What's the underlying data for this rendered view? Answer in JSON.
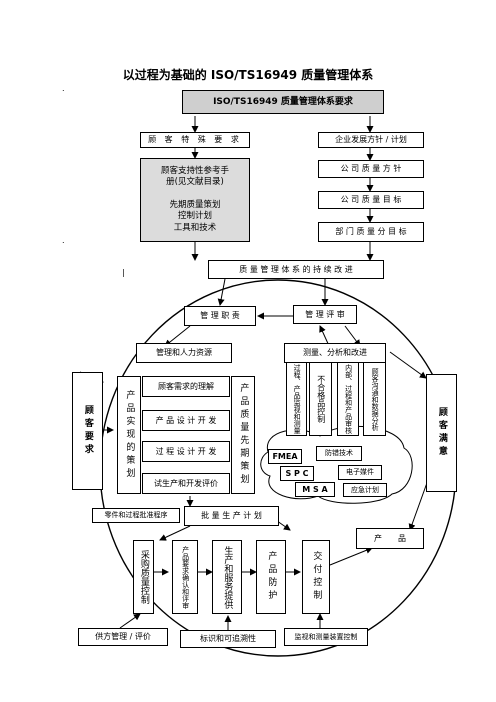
{
  "title": "以过程为基础的 ISO/TS16949 质量管理体系",
  "header_box": "ISO/TS16949 质量管理体系要求",
  "left_top": {
    "customer_special": "顾 客 特 殊 要 求",
    "manual_lines": [
      "顾客支持性参考手",
      "册(见文献目录)",
      "",
      "先期质量策划",
      "控制计划",
      "工具和技术"
    ]
  },
  "right_top": {
    "strategy": "企业发展方针 / 计划",
    "policy": "公 司 质 量 方 针",
    "objective": "公 司 质 量 目 标",
    "dept_objective": "部 门 质 量 分 目 标"
  },
  "improvement": "质 量 管 理 体 系 的 持 续 改 进",
  "mgmt_resp": "管 理 职 责",
  "mgmt_review": "管 理 评 审",
  "resource_mgmt": "管理和人力资源",
  "measure": "测量、分析和改进",
  "customer_req": "顾客要求",
  "customer_sat": "顾客满意",
  "product_realization": "产品实现的策划",
  "product_quality_plan": "产品质量先期策划",
  "realization_steps": [
    "顾客需求的理解",
    "产 品 设 计 开 发",
    "过 程 设 计 开 发",
    "试生产和开发评价"
  ],
  "measure_cols": [
    "过程、产品监视和测量",
    "不合格品控制",
    "内部、过程和产品审核",
    "顾客沟通和数据分析"
  ],
  "tools": {
    "fmea": "FMEA",
    "spc": "S P C",
    "msa": "M S A",
    "mistake_proof": "防错技术",
    "e_files": "电子媒件",
    "contingency": "应急计划"
  },
  "ppap": "零件和过程批准程序",
  "mass_production": "批 量 生 产 计 划",
  "product": "产　　品",
  "bottom_cols": [
    "采购质量控制",
    "产品要求确认和评审",
    "生产和服务提供",
    "产品防护",
    "交付控制"
  ],
  "bottom_row": [
    "供方管理 / 评价",
    "标识和可追溯性",
    "监视和测量装置控制"
  ]
}
